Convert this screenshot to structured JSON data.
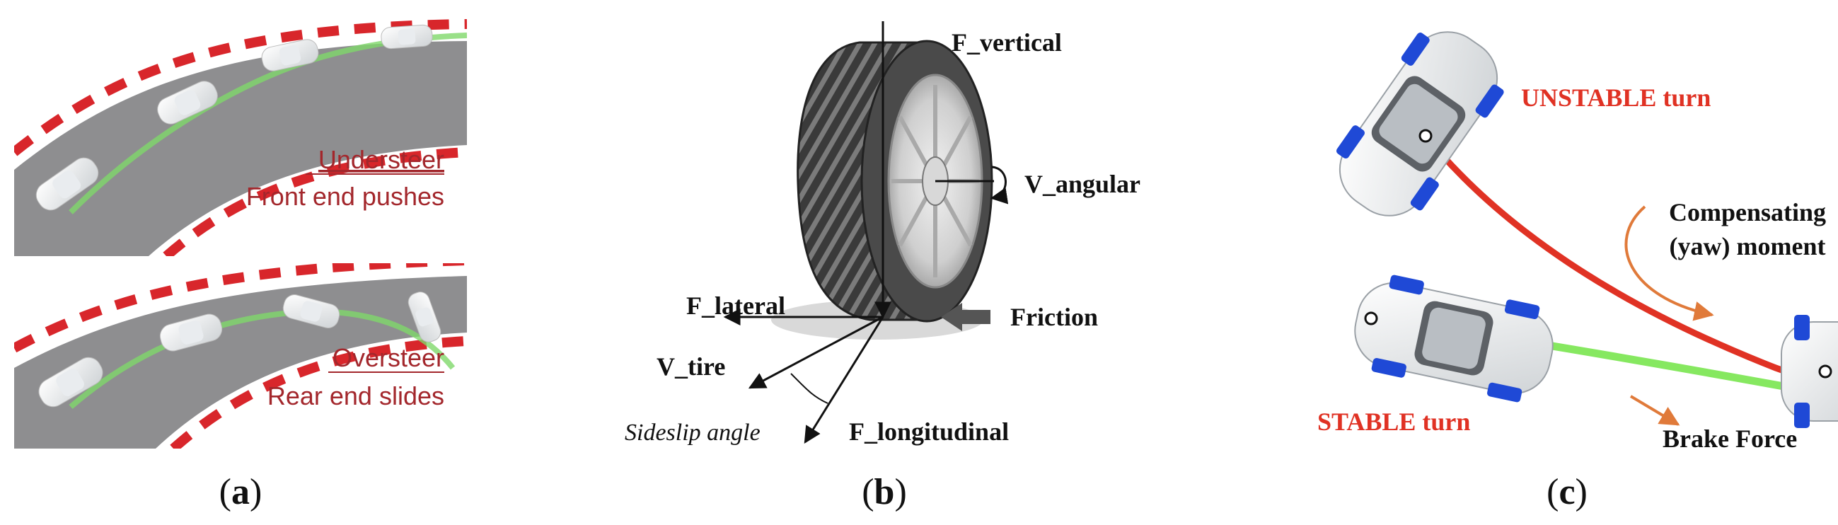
{
  "panels": {
    "a": {
      "caption_open": "(",
      "caption_letter": "a",
      "caption_close": ")",
      "understeer_title": "Understeer",
      "understeer_subtitle": "Front end pushes",
      "oversteer_title": "Oversteer",
      "oversteer_subtitle": "Rear end slides"
    },
    "b": {
      "caption_open": "(",
      "caption_letter": "b",
      "caption_close": ")",
      "f_vertical": "F_vertical",
      "v_angular": "V_angular",
      "f_lateral": "F_lateral",
      "friction": "Friction",
      "v_tire": "V_tire",
      "sideslip_angle": "Sideslip angle",
      "f_longitudinal": "F_longitudinal"
    },
    "c": {
      "caption_open": "(",
      "caption_letter": "c",
      "caption_close": ")",
      "unstable_turn": "UNSTABLE turn",
      "compensating_line1": "Compensating",
      "compensating_line2": "(yaw) moment",
      "stable_turn": "STABLE turn",
      "brake_force": "Brake Force"
    }
  },
  "colors": {
    "road": "#8e8e90",
    "curb_red": "#d8262b",
    "path_green": "#7fd86a",
    "label_red": "#a3272c",
    "unstable_red": "#e03224",
    "stable_green": "#86e860",
    "orange_arrow": "#e07a3a",
    "wheel_blue": "#1f49d6"
  }
}
